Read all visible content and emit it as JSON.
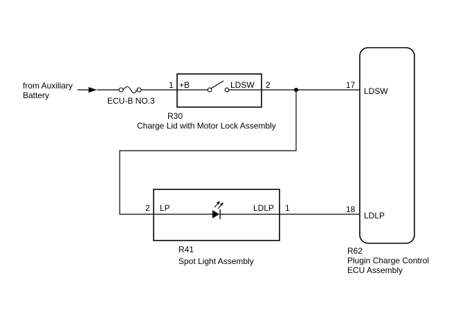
{
  "source": {
    "line1": "from Auxiliary",
    "line2": "Battery"
  },
  "fuse": {
    "label": "ECU-B NO.3"
  },
  "charge_lid": {
    "code": "R30",
    "name": "Charge Lid with Motor Lock Assembly",
    "pin_in_num": "1",
    "pin_in_name": "+B",
    "pin_out_name": "LDSW",
    "pin_out_num": "2"
  },
  "spot_light": {
    "code": "R41",
    "name": "Spot Light Assembly",
    "pin_in_num": "2",
    "pin_in_name": "LP",
    "pin_out_name": "LDLP",
    "pin_out_num": "1"
  },
  "ecu": {
    "code": "R62",
    "name_line1": "Plugin Charge Control",
    "name_line2": "ECU Assembly",
    "pin_top_num": "17",
    "pin_top_name": "LDSW",
    "pin_bottom_num": "18",
    "pin_bottom_name": "LDLP"
  }
}
